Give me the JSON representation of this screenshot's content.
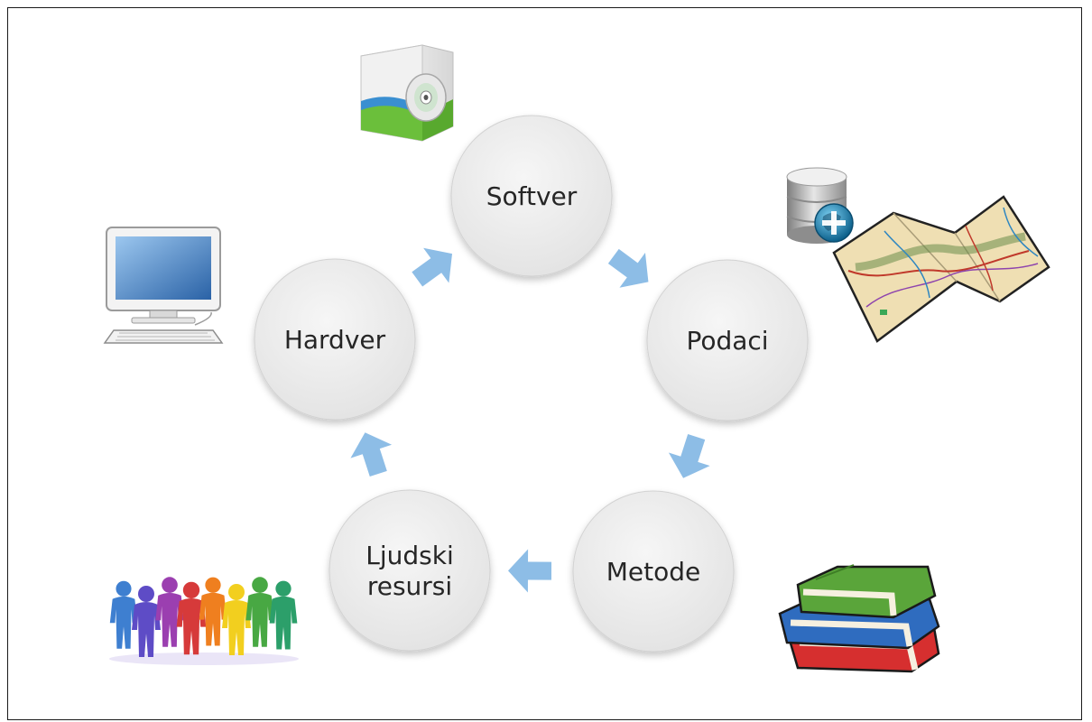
{
  "diagram": {
    "nodes": [
      {
        "id": "softver",
        "lines": [
          "Softver"
        ],
        "icon": "software-box-icon"
      },
      {
        "id": "podaci",
        "lines": [
          "Podaci"
        ],
        "icon": "database-map-icon"
      },
      {
        "id": "metode",
        "lines": [
          "Metode"
        ],
        "icon": "books-icon"
      },
      {
        "id": "ljudski",
        "lines": [
          "Ljudski",
          "resursi"
        ],
        "icon": "people-icon"
      },
      {
        "id": "hardver",
        "lines": [
          "Hardver"
        ],
        "icon": "computer-icon"
      }
    ],
    "cycle_order": [
      "softver",
      "podaci",
      "metode",
      "ljudski",
      "hardver"
    ],
    "colors": {
      "node_fill": "#ececec",
      "node_stroke": "#d2d2d2",
      "arrow": "#8dbde6",
      "text": "#262626"
    }
  }
}
